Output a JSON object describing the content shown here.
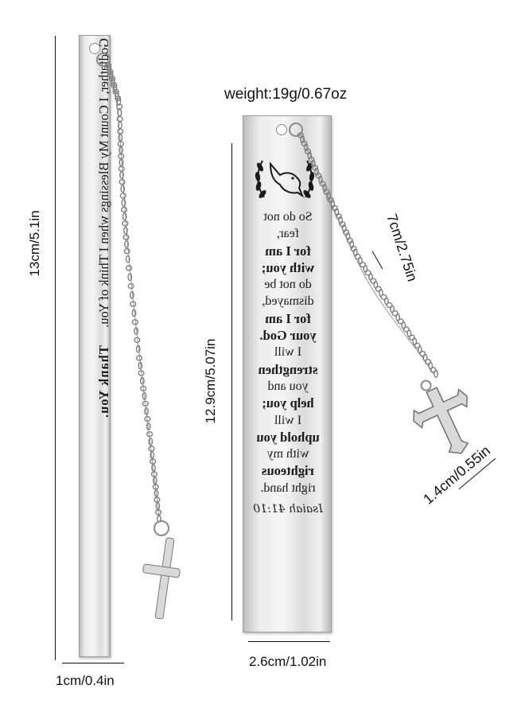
{
  "dimensions": {
    "weight": "weight:19g/0.67oz",
    "thin_length": "13cm/5.1in",
    "thin_width": "1cm/0.4in",
    "wide_length": "12.9cm/5.07in",
    "wide_width": "2.6cm/1.02in",
    "chain_length": "7cm/2.75in",
    "cross_size": "1.4cm/0.55in"
  },
  "thin_bookmark": {
    "message": "Godfather, I Count My Blessings when I Think of You.",
    "thanks": "Thank You."
  },
  "wide_bookmark": {
    "icon": "dove-wreath-icon",
    "verse_lines": [
      {
        "text": "So do not",
        "bold": false
      },
      {
        "text": "fear,",
        "bold": false
      },
      {
        "text": "for I am",
        "bold": true
      },
      {
        "text": "with you;",
        "bold": true
      },
      {
        "text": "do not be",
        "bold": false
      },
      {
        "text": "dismayed,",
        "bold": false
      },
      {
        "text": "for I am",
        "bold": true
      },
      {
        "text": "your God.",
        "bold": true
      },
      {
        "text": "I will",
        "bold": false
      },
      {
        "text": "strengthen",
        "bold": true
      },
      {
        "text": "you and",
        "bold": false
      },
      {
        "text": "help you;",
        "bold": true
      },
      {
        "text": "I will",
        "bold": false
      },
      {
        "text": "uphold you",
        "bold": true
      },
      {
        "text": "with my",
        "bold": false
      },
      {
        "text": "righteous",
        "bold": true
      },
      {
        "text": "right hand.",
        "bold": false
      }
    ],
    "reference": "Isaiah 41:10"
  },
  "colors": {
    "metal_light": "#f4f4f4",
    "metal_dark": "#a8a8a8",
    "ink": "#111111"
  }
}
